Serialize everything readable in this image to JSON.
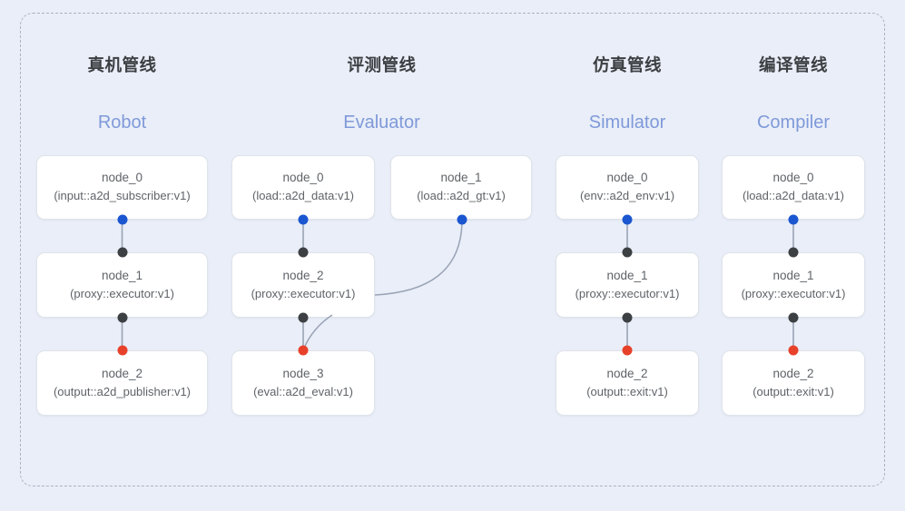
{
  "diagram": {
    "background_color": "#e9eef8",
    "frame_border_color": "#aab2c4",
    "port_colors": {
      "input": "#1a56d0",
      "proxy": "#3c4043",
      "output": "#e8412a"
    },
    "edge_color": "#9aa3b5"
  },
  "columns": [
    {
      "id": "robot",
      "title_cn": "真机管线",
      "title_en": "Robot",
      "nodes": [
        {
          "title": "node_0",
          "sub": "(input::a2d_subscriber:v1)"
        },
        {
          "title": "node_1",
          "sub": "(proxy::executor:v1)"
        },
        {
          "title": "node_2",
          "sub": "(output::a2d_publisher:v1)"
        }
      ]
    },
    {
      "id": "evaluator",
      "title_cn": "评测管线",
      "title_en": "Evaluator",
      "nodes": [
        {
          "title": "node_0",
          "sub": "(load::a2d_data:v1)"
        },
        {
          "title": "node_1",
          "sub": "(load::a2d_gt:v1)"
        },
        {
          "title": "node_2",
          "sub": "(proxy::executor:v1)"
        },
        {
          "title": "node_3",
          "sub": "(eval::a2d_eval:v1)"
        }
      ]
    },
    {
      "id": "simulator",
      "title_cn": "仿真管线",
      "title_en": "Simulator",
      "nodes": [
        {
          "title": "node_0",
          "sub": "(env::a2d_env:v1)"
        },
        {
          "title": "node_1",
          "sub": "(proxy::executor:v1)"
        },
        {
          "title": "node_2",
          "sub": "(output::exit:v1)"
        }
      ]
    },
    {
      "id": "compiler",
      "title_cn": "编译管线",
      "title_en": "Compiler",
      "nodes": [
        {
          "title": "node_0",
          "sub": "(load::a2d_data:v1)"
        },
        {
          "title": "node_1",
          "sub": "(proxy::executor:v1)"
        },
        {
          "title": "node_2",
          "sub": "(output::exit:v1)"
        }
      ]
    }
  ]
}
